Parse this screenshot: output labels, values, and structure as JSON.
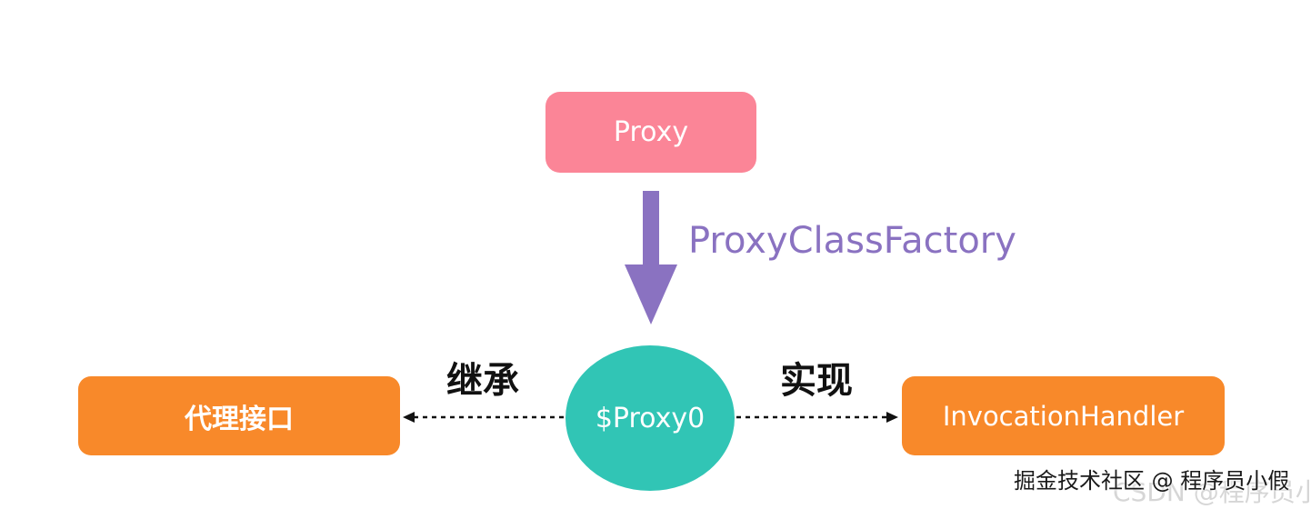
{
  "nodes": {
    "proxy": "Proxy",
    "proxy0": "$Proxy0",
    "interface": "代理接口",
    "handler": "InvocationHandler"
  },
  "edges": {
    "factory": "ProxyClassFactory",
    "inherit": "继承",
    "implement": "实现"
  },
  "watermark": {
    "text": "掘金技术社区 @ 程序员小假",
    "background_text": "CSDN @程序员小假"
  },
  "colors": {
    "proxy": "#fb8597",
    "proxy0": "#31c5b5",
    "orange": "#f8892a",
    "purple": "#8a72c1"
  }
}
